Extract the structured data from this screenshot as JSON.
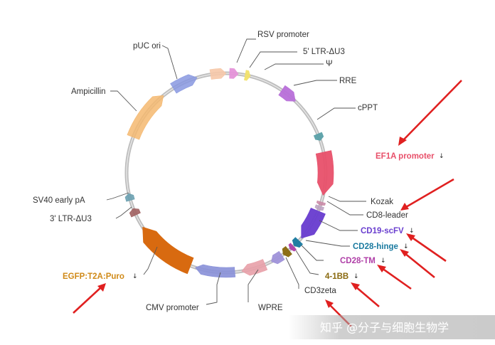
{
  "features": {
    "rsv_promoter": {
      "label": "RSV promoter",
      "color": "#f6c8a8"
    },
    "ltr5": {
      "label": "5' LTR-ΔU3",
      "color": "#e593d9"
    },
    "psi": {
      "label": "Ψ",
      "color": "#f2e26a"
    },
    "rre": {
      "label": "RRE",
      "color": "#b86fd9"
    },
    "cppt": {
      "label": "cPPT",
      "color": "#5aa0a8"
    },
    "ef1a": {
      "label": "EF1A promoter",
      "color": "#e8506a"
    },
    "kozak": {
      "label": "Kozak",
      "color": "#c986a5"
    },
    "cd8_leader": {
      "label": "CD8-leader",
      "color": "#bba0c0"
    },
    "cd19_scfv": {
      "label": "CD19-scFV",
      "color": "#6a3fcf"
    },
    "cd28_hinge": {
      "label": "CD28-hinge",
      "color": "#1a7aa0"
    },
    "cd28_tm": {
      "label": "CD28-TM",
      "color": "#b040a8"
    },
    "bb41": {
      "label": "4-1BB",
      "color": "#8a6a10"
    },
    "cd3zeta": {
      "label": "CD3zeta",
      "color": "#9f92d9"
    },
    "wpre": {
      "label": "WPRE",
      "color": "#e8a0a8"
    },
    "cmv_promoter": {
      "label": "CMV promoter",
      "color": "#8890d8"
    },
    "egfp": {
      "label": "EGFP:T2A:Puro",
      "color": "#d86a10"
    },
    "ltr3": {
      "label": "3' LTR-ΔU3",
      "color": "#a06060"
    },
    "sv40": {
      "label": "SV40 early pA",
      "color": "#6aa0b0"
    },
    "ampicillin": {
      "label": "Ampicillin",
      "color": "#f4b870"
    },
    "puc_ori": {
      "label": "pUC ori",
      "color": "#8898e0"
    }
  },
  "watermark": "知乎 @分子与细胞生物学",
  "colors": {
    "backbone": "#bdbdbd",
    "annotation_arrow": "#e02020",
    "leader_line": "#555555"
  }
}
